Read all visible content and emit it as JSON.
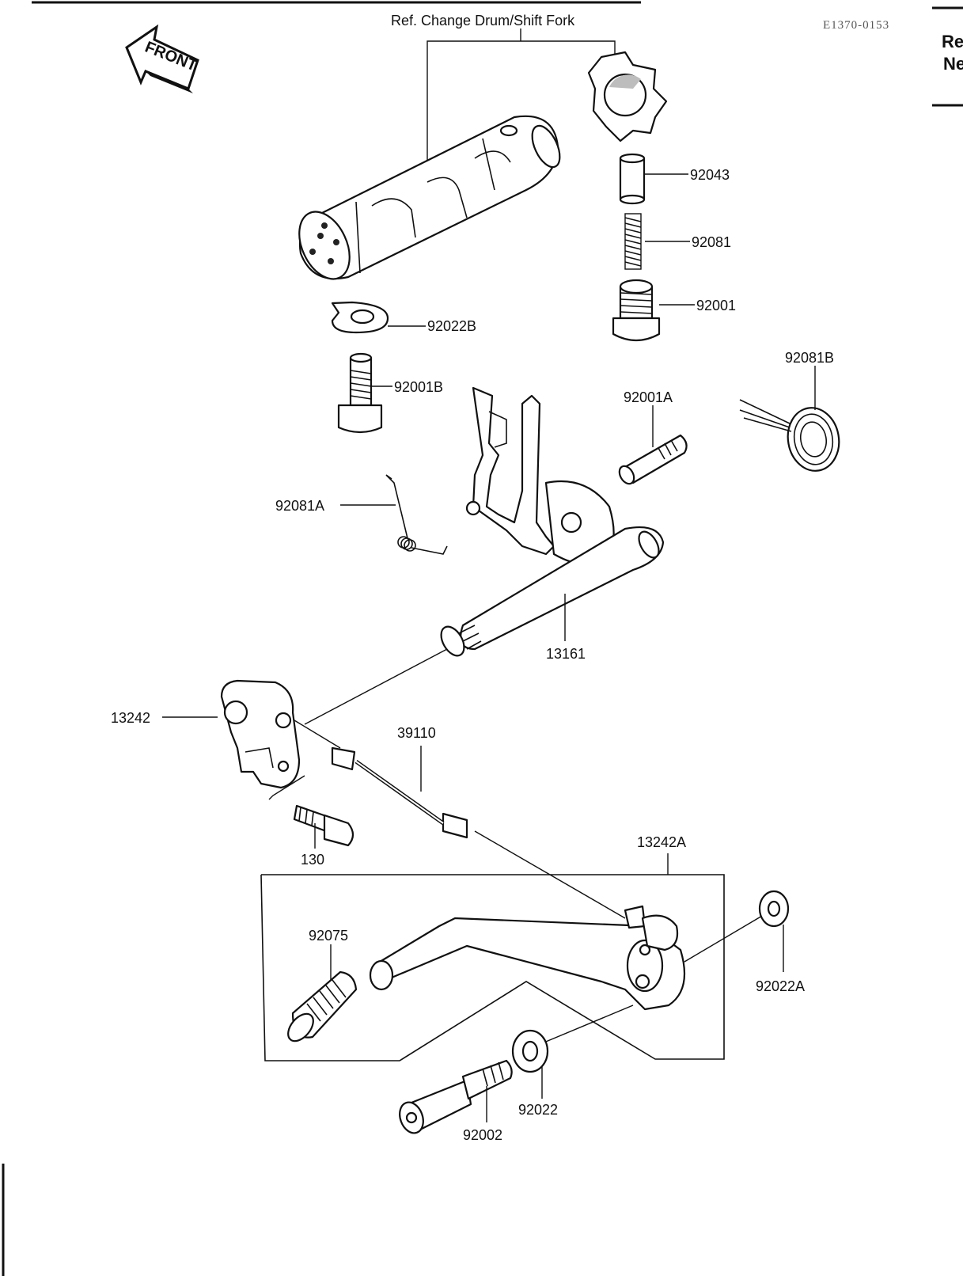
{
  "header": {
    "reference": "Ref. Change Drum/Shift Fork",
    "drawing_code": "E1370-0153",
    "edge_text": [
      "Re",
      "Ne"
    ]
  },
  "front_marker": {
    "text": "FRONT"
  },
  "parts": {
    "p92043": "92043",
    "p92081": "92081",
    "p92001": "92001",
    "p92022B": "92022B",
    "p92001B": "92001B",
    "p92081B": "92081B",
    "p92001A": "92001A",
    "p92081A": "92081A",
    "p13161": "13161",
    "p13242": "13242",
    "p39110": "39110",
    "p130": "130",
    "p13242A": "13242A",
    "p92075": "92075",
    "p92022A": "92022A",
    "p92022": "92022",
    "p92002": "92002"
  }
}
